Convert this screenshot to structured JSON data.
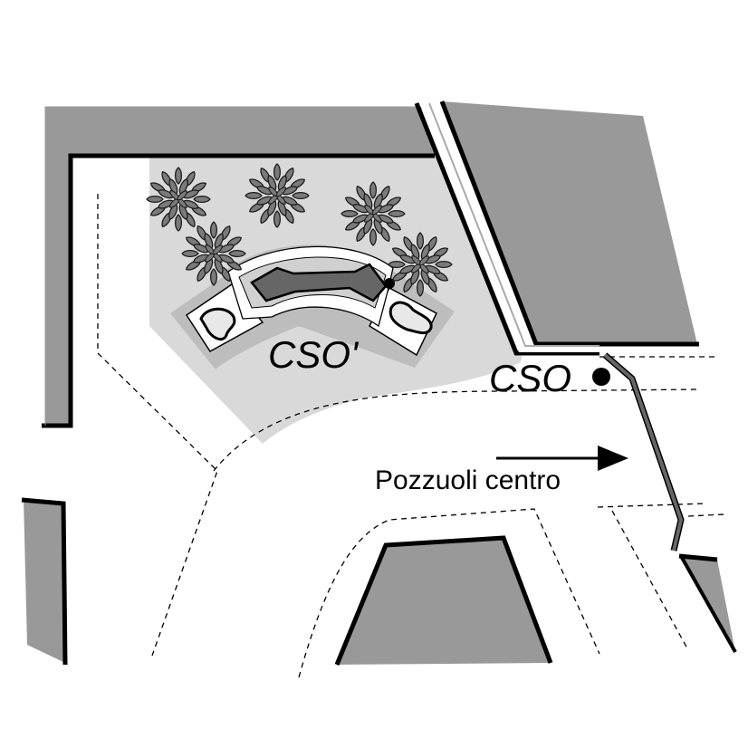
{
  "labels": {
    "cso_prime": "CSO'",
    "cso": "CSO",
    "direction": "Pozzuoli centro"
  },
  "colors": {
    "building_fill": "#999999",
    "park_fill": "#d9d9d9",
    "pipe": "#666666",
    "outline": "#000000"
  },
  "icons": {
    "arrow": "arrow-right-icon",
    "point": "dot-icon",
    "tree": "tree-icon"
  }
}
